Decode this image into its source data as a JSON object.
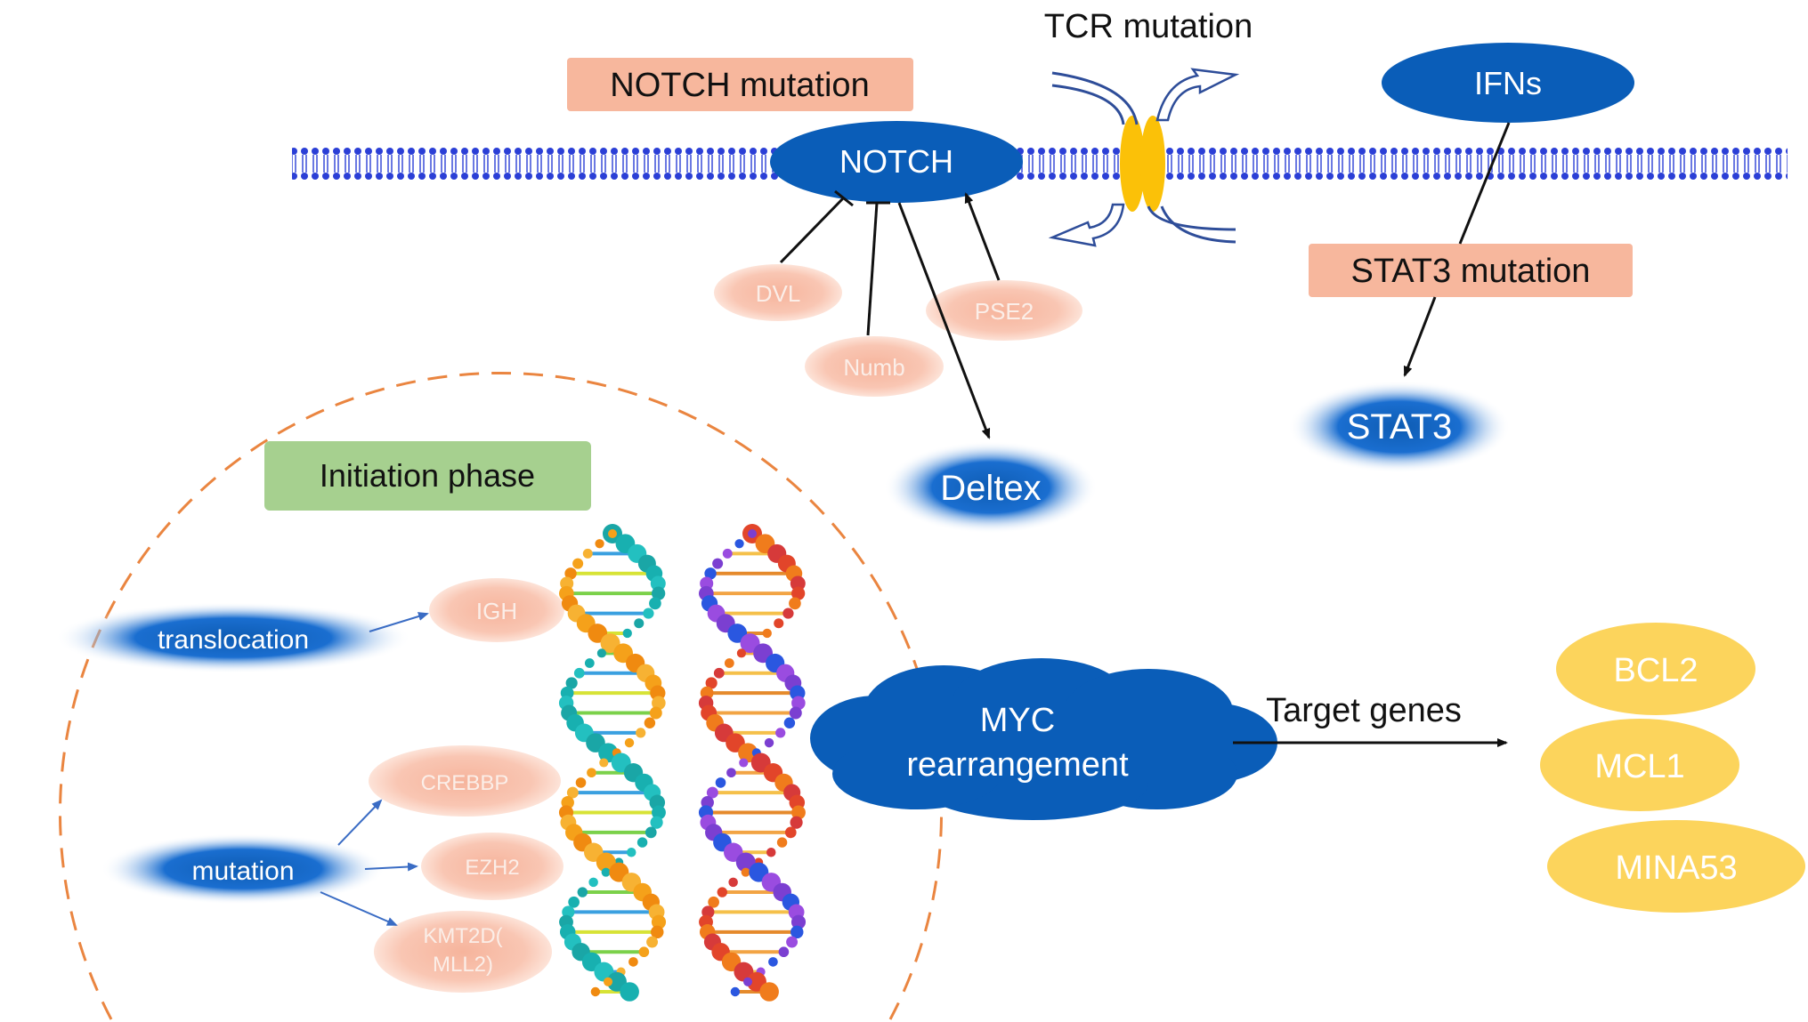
{
  "labels": {
    "tcr_mutation": "TCR mutation",
    "notch_mutation": "NOTCH mutation",
    "notch": "NOTCH",
    "ifns": "IFNs",
    "stat3_mutation": "STAT3 mutation",
    "stat3": "STAT3",
    "dvl": "DVL",
    "numb": "Numb",
    "pse2": "PSE2",
    "deltex": "Deltex",
    "initiation_phase": "Initiation phase",
    "translocation": "translocation",
    "igh": "IGH",
    "mutation": "mutation",
    "crebbp": "CREBBP",
    "ezh2": "EZH2",
    "kmt2d_line1": "KMT2D(",
    "kmt2d_line2": "MLL2)",
    "myc_line1": "MYC",
    "myc_line2": "rearrangement",
    "target_genes": "Target genes",
    "bcl2": "BCL2",
    "mcl1": "MCL1",
    "mina53": "MINA53"
  },
  "colors": {
    "membrane_blue": "#2b3fd6",
    "dark_blue": "#0a5db8",
    "salmon_box": "#f7b79d",
    "salmon_ellipse": "#f9c8b6",
    "salmon_text": "#fbeee8",
    "green_box": "#a6d08f",
    "gold": "#fcd45c",
    "channel_yellow": "#fbc108",
    "dashed_orange": "#ea8540"
  }
}
